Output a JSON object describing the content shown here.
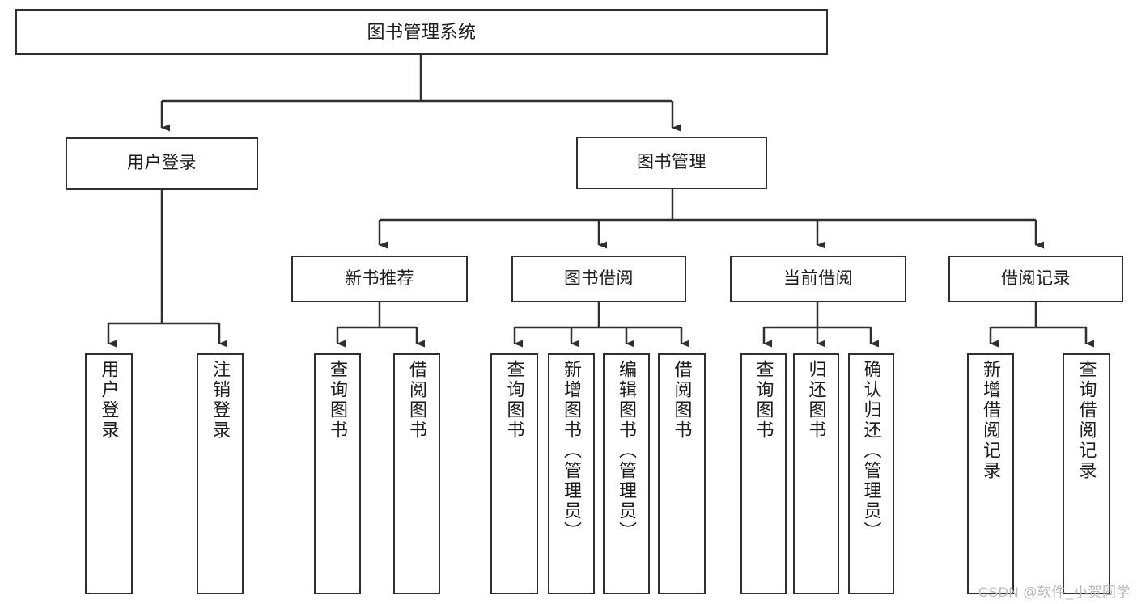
{
  "diagram": {
    "type": "tree-hierarchy",
    "title": "图书管理系统",
    "theme": {
      "background": "#ffffff",
      "box_stroke": "#2f2f2f",
      "box_fill": "#ffffff",
      "edge_stroke": "#2f2f2f",
      "text_color": "#1c1c1c",
      "watermark_color": "#b8b8b8"
    },
    "levels": {
      "level1": [
        "图书管理系统"
      ],
      "level2": [
        "用户登录",
        "图书管理"
      ],
      "level3": [
        "新书推荐",
        "图书借阅",
        "当前借阅",
        "借阅记录"
      ],
      "level4": [
        "用户登录",
        "注销登录",
        "查询图书",
        "借阅图书",
        "查询图书",
        "新增图书（管理员）",
        "编辑图书（管理员）",
        "借阅图书",
        "查询图书",
        "归还图书",
        "确认归还（管理员）",
        "新增借阅记录",
        "查询借阅记录"
      ]
    },
    "nodes": {
      "root": {
        "label": "图书管理系统"
      },
      "user_login": {
        "label": "用户登录"
      },
      "book_manage": {
        "label": "图书管理"
      },
      "new_book_rec": {
        "label": "新书推荐"
      },
      "book_borrow": {
        "label": "图书借阅"
      },
      "current_borrow": {
        "label": "当前借阅"
      },
      "borrow_record": {
        "label": "借阅记录"
      },
      "leaf_user_login": {
        "label": "用户登录"
      },
      "leaf_logout": {
        "label": "注销登录"
      },
      "leaf_query_book_a": {
        "label": "查询图书"
      },
      "leaf_borrow_book_a": {
        "label": "借阅图书"
      },
      "leaf_query_book_b": {
        "label": "查询图书"
      },
      "leaf_add_book": {
        "label": "新增图书（管理员）"
      },
      "leaf_edit_book": {
        "label": "编辑图书（管理员）"
      },
      "leaf_borrow_book_b": {
        "label": "借阅图书"
      },
      "leaf_query_book_c": {
        "label": "查询图书"
      },
      "leaf_return_book": {
        "label": "归还图书"
      },
      "leaf_confirm_return": {
        "label": "确认归还（管理员）"
      },
      "leaf_add_record": {
        "label": "新增借阅记录"
      },
      "leaf_query_record": {
        "label": "查询借阅记录"
      }
    },
    "edges": [
      {
        "from": "root",
        "to": "user_login"
      },
      {
        "from": "root",
        "to": "book_manage"
      },
      {
        "from": "user_login",
        "to": "leaf_user_login"
      },
      {
        "from": "user_login",
        "to": "leaf_logout"
      },
      {
        "from": "book_manage",
        "to": "new_book_rec"
      },
      {
        "from": "book_manage",
        "to": "book_borrow"
      },
      {
        "from": "book_manage",
        "to": "current_borrow"
      },
      {
        "from": "book_manage",
        "to": "borrow_record"
      },
      {
        "from": "new_book_rec",
        "to": "leaf_query_book_a"
      },
      {
        "from": "new_book_rec",
        "to": "leaf_borrow_book_a"
      },
      {
        "from": "book_borrow",
        "to": "leaf_query_book_b"
      },
      {
        "from": "book_borrow",
        "to": "leaf_add_book"
      },
      {
        "from": "book_borrow",
        "to": "leaf_edit_book"
      },
      {
        "from": "book_borrow",
        "to": "leaf_borrow_book_b"
      },
      {
        "from": "current_borrow",
        "to": "leaf_query_book_c"
      },
      {
        "from": "current_borrow",
        "to": "leaf_return_book"
      },
      {
        "from": "current_borrow",
        "to": "leaf_confirm_return"
      },
      {
        "from": "borrow_record",
        "to": "leaf_add_record"
      },
      {
        "from": "borrow_record",
        "to": "leaf_query_record"
      }
    ],
    "watermark": "CSDN @软件_小贺同学"
  }
}
